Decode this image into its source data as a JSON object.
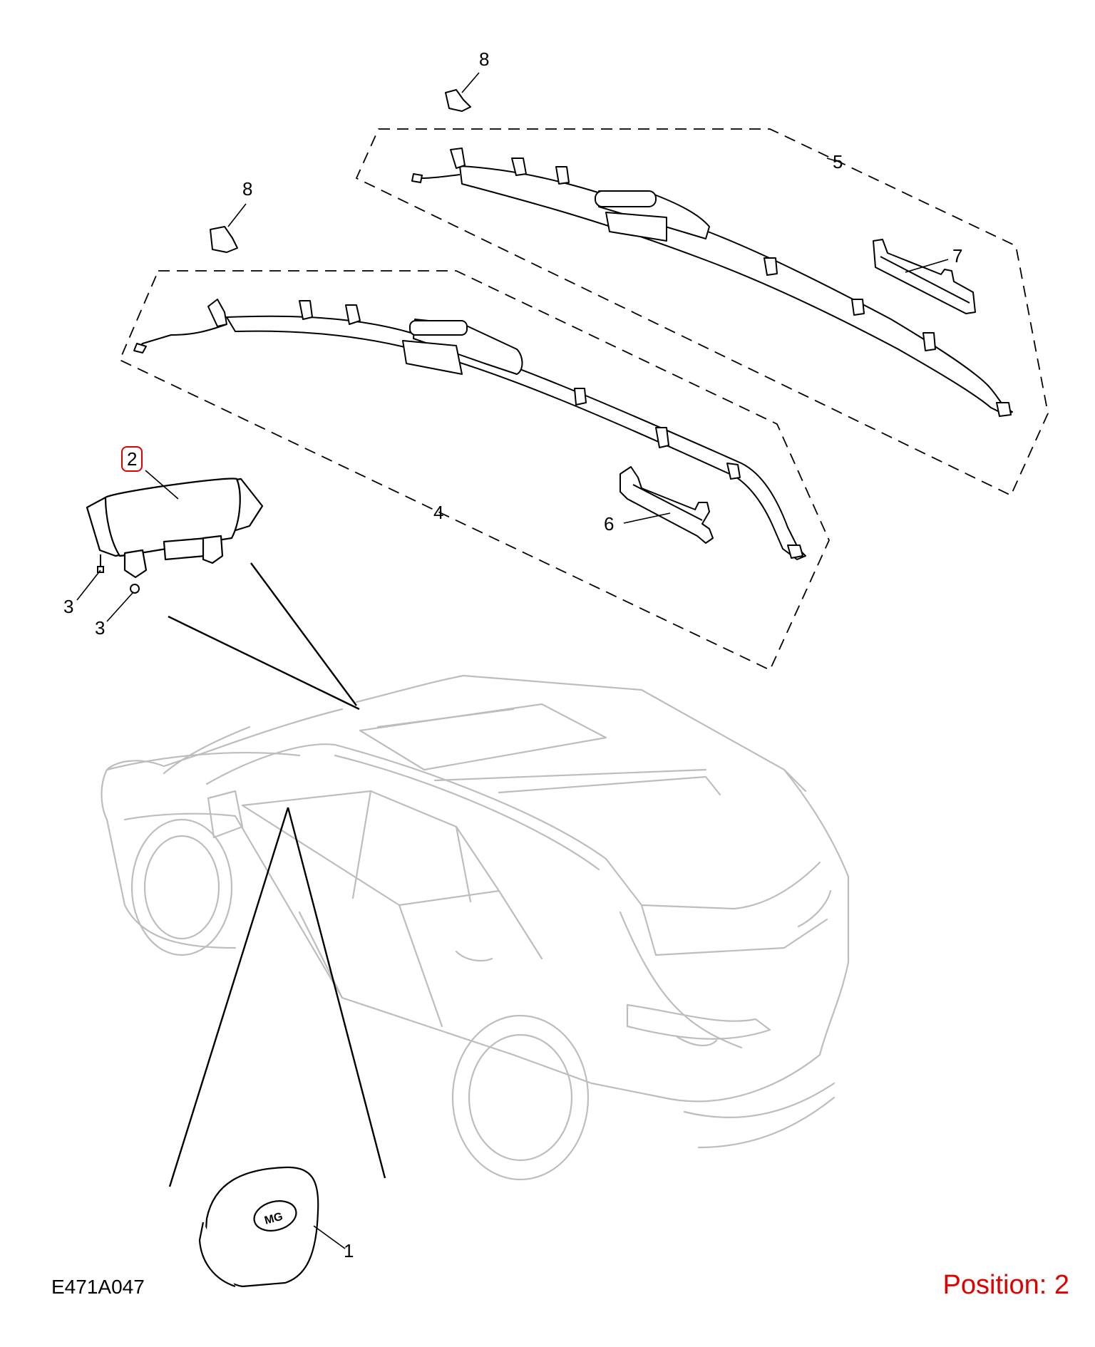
{
  "drawing_code": "E471A047",
  "position_label": "Position: 2",
  "accent_color": "#e00000",
  "callouts": [
    {
      "id": "1",
      "label": "1"
    },
    {
      "id": "2",
      "label": "2",
      "highlighted": true
    },
    {
      "id": "3a",
      "label": "3"
    },
    {
      "id": "3b",
      "label": "3"
    },
    {
      "id": "4",
      "label": "4"
    },
    {
      "id": "5",
      "label": "5"
    },
    {
      "id": "6",
      "label": "6"
    },
    {
      "id": "7",
      "label": "7"
    },
    {
      "id": "8a",
      "label": "8"
    },
    {
      "id": "8b",
      "label": "8"
    }
  ],
  "parts": [
    {
      "ref": "part-1",
      "icon": "steering-wheel-airbag-icon"
    },
    {
      "ref": "part-2",
      "icon": "passenger-airbag-module-icon"
    },
    {
      "ref": "part-3",
      "icon": "fastener-icon"
    },
    {
      "ref": "part-4",
      "icon": "curtain-airbag-left-icon"
    },
    {
      "ref": "part-5",
      "icon": "curtain-airbag-right-icon"
    },
    {
      "ref": "part-6",
      "icon": "bracket-icon"
    },
    {
      "ref": "part-7",
      "icon": "bracket-icon"
    },
    {
      "ref": "part-8",
      "icon": "clip-icon"
    }
  ]
}
